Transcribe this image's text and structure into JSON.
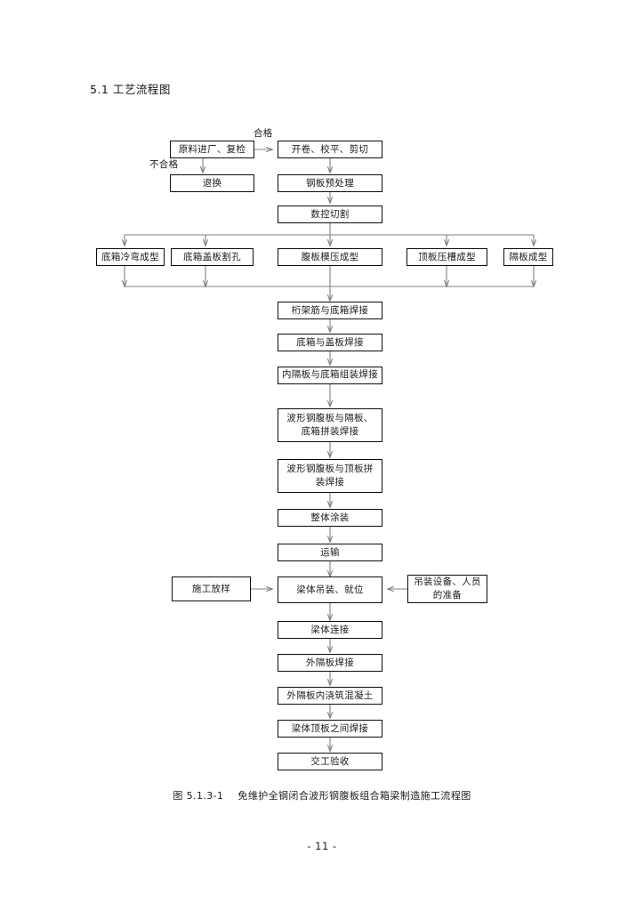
{
  "document": {
    "heading": "5.1 工艺流程图",
    "caption_number": "图 5.1.3-1",
    "caption_text": "免维护全钢闭合波形钢腹板组合箱梁制造施工流程图",
    "page_number": "- 11 -"
  },
  "colors": {
    "page_background": "#ffffff",
    "text": "#1b1b1b",
    "box_border": "#0d0d0d",
    "connector": "#808080"
  },
  "flowchart": {
    "title": "免维护全钢闭合波形钢腹板组合箱梁制造施工流程图",
    "edge_labels": [
      {
        "id": "qualified",
        "text": "合格"
      },
      {
        "id": "unqualified",
        "text": "不合格"
      }
    ],
    "nodes": [
      {
        "id": "raw-material-inspection",
        "label": "原料进厂、复检"
      },
      {
        "id": "uncoiling-leveling-shearing",
        "label": "开卷、校平、剪切"
      },
      {
        "id": "return-exchange",
        "label": "退换"
      },
      {
        "id": "steel-plate-pretreatment",
        "label": "钢板预处理"
      },
      {
        "id": "cnc-cutting",
        "label": "数控切割"
      },
      {
        "id": "bottom-box-cold-bending",
        "label": "底箱冷弯成型"
      },
      {
        "id": "bottom-box-cover-hole-cutting",
        "label": "底箱盖板割孔"
      },
      {
        "id": "web-press-forming",
        "label": "腹板模压成型"
      },
      {
        "id": "top-plate-groove-forming",
        "label": "顶板压槽成型"
      },
      {
        "id": "diaphragm-forming",
        "label": "隔板成型"
      },
      {
        "id": "truss-bar-bottom-box-welding",
        "label": "桁架筋与底箱焊接"
      },
      {
        "id": "bottom-box-cover-welding",
        "label": "底箱与盖板焊接"
      },
      {
        "id": "inner-diaphragm-assembly-welding",
        "label": "内隔板与底箱组装焊接"
      },
      {
        "id": "corrugated-web-diaphragm-bottom-welding",
        "label": "波形钢腹板与隔板、\n底箱拼装焊接"
      },
      {
        "id": "corrugated-web-top-plate-welding",
        "label": "波形钢腹板与顶板拼\n装焊接"
      },
      {
        "id": "overall-coating",
        "label": "整体涂装"
      },
      {
        "id": "transport",
        "label": "运输"
      },
      {
        "id": "construction-setting-out",
        "label": "施工放样"
      },
      {
        "id": "beam-hoisting-positioning",
        "label": "梁体吊装、就位"
      },
      {
        "id": "hoisting-equipment-personnel-preparation",
        "label": "吊装设备、人员\n的准备"
      },
      {
        "id": "beam-connection",
        "label": "梁体连接"
      },
      {
        "id": "outer-diaphragm-welding",
        "label": "外隔板焊接"
      },
      {
        "id": "outer-diaphragm-concrete-pouring",
        "label": "外隔板内浇筑混凝土"
      },
      {
        "id": "beam-top-plate-welding",
        "label": "梁体顶板之间焊接"
      },
      {
        "id": "handover-acceptance",
        "label": "交工验收"
      }
    ]
  }
}
